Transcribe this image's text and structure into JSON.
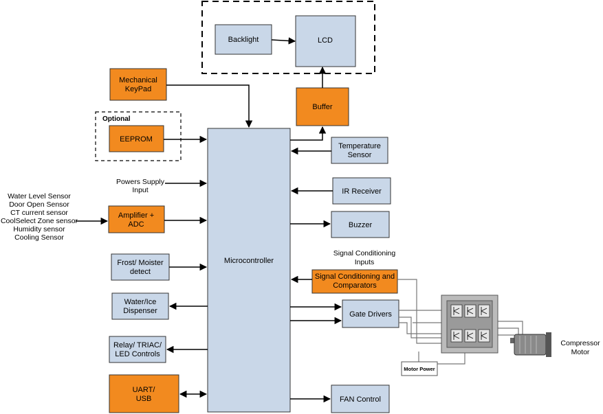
{
  "colors": {
    "blue_box": "#c9d7e8",
    "orange_box": "#f28a1f",
    "box_border": "#333333",
    "line": "#000000",
    "bridge_outer": "#bbbbbb",
    "bridge_inner": "#9a9a9a"
  },
  "blocks": {
    "backlight": "Backlight",
    "lcd": "LCD",
    "mechanical_keypad": [
      "Mechanical",
      "KeyPad"
    ],
    "buffer": "Buffer",
    "optional": "Optional",
    "eeprom": "EEPROM",
    "microcontroller": "Microcontroller",
    "temperature_sensor": [
      "Temperature",
      "Sensor"
    ],
    "ir_receiver": "IR Receiver",
    "buzzer": "Buzzer",
    "amplifier_adc": [
      "Amplifier +",
      "ADC"
    ],
    "frost_detect": [
      "Frost/ Moister",
      "detect"
    ],
    "water_ice": [
      "Water/Ice",
      "Dispenser"
    ],
    "relay": [
      "Relay/ TRIAC/",
      "LED Controls"
    ],
    "uart": [
      "UART/",
      "USB"
    ],
    "signal_cond": [
      "Signal Conditioning and",
      "Comparators"
    ],
    "gate_drivers": "Gate Drivers",
    "fan_control": "FAN Control",
    "motor_power": "Motor Power",
    "compressor_motor": [
      "Compressor",
      "Motor"
    ]
  },
  "labels": {
    "power_supply": [
      "Powers Supply",
      "Input"
    ],
    "sensors": [
      "Water Level Sensor",
      "Door Open Sensor",
      "CT current sensor",
      "CoolSelect Zone sensor",
      "Humidity sensor",
      "Cooling Sensor"
    ],
    "signal_inputs": [
      "Signal Conditioning",
      "Inputs"
    ]
  }
}
